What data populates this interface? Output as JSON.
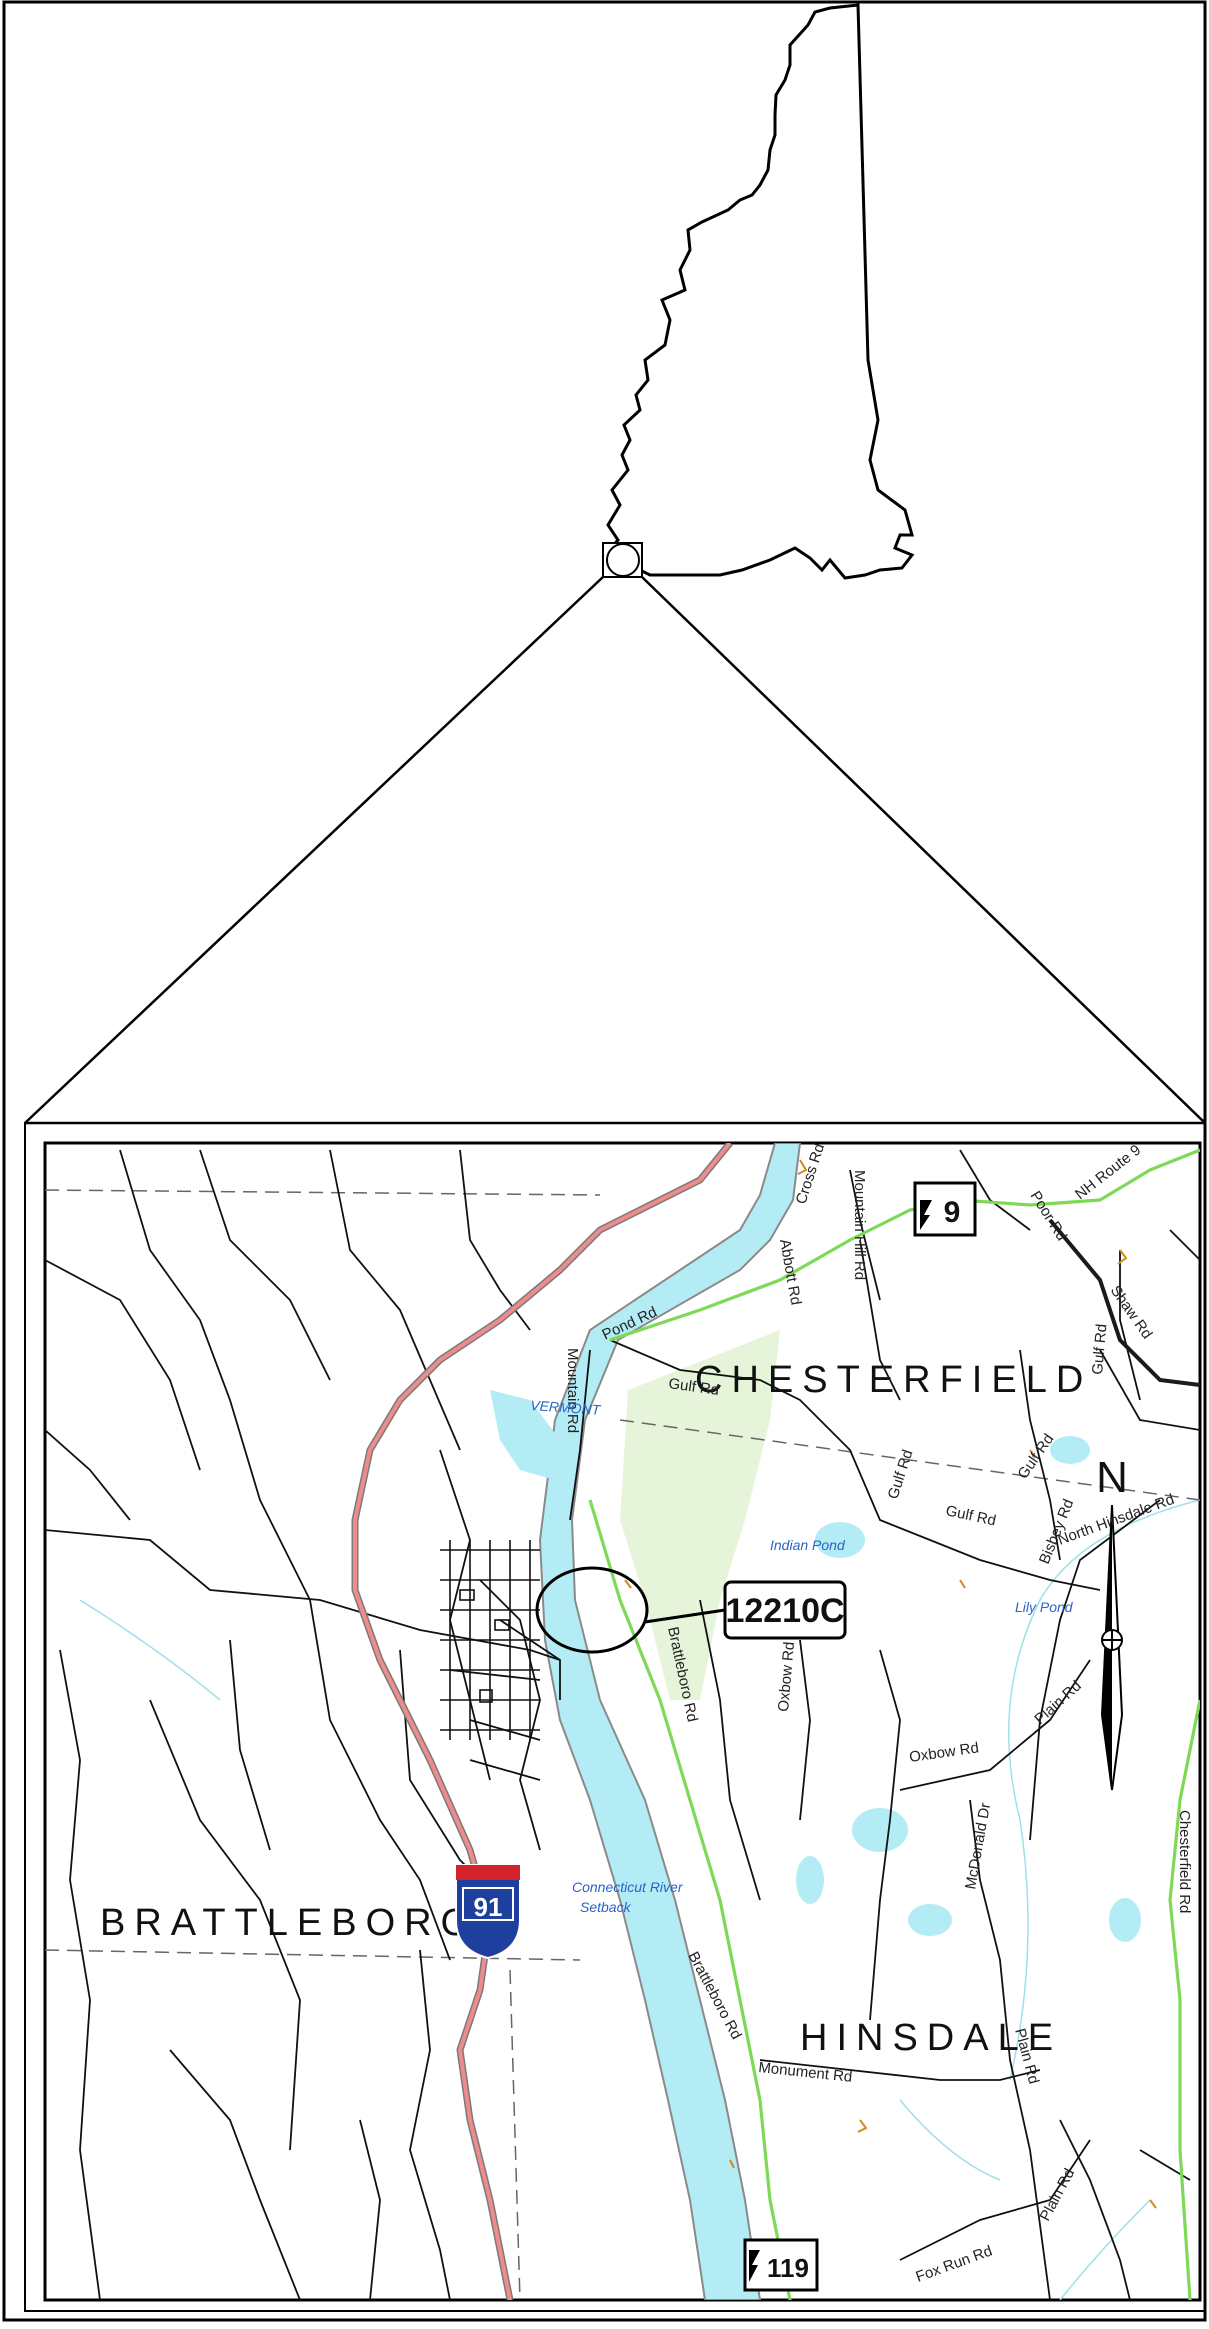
{
  "towns": {
    "chesterfield": "CHESTERFIELD",
    "brattleboro": "BRATTLEBORO",
    "hinsdale": "HINSDALE"
  },
  "shields": {
    "route_9": "9",
    "route_119": "119",
    "interstate_91": "91"
  },
  "callout": {
    "label": "12210C"
  },
  "compass": {
    "label": "N"
  },
  "roads": {
    "cross_rd": "Cross Rd",
    "mountain_hill_rd": "Mountain Hill Rd",
    "abbott_rd": "Abbott Rd",
    "gulf_rd_north": "Gulf Rd",
    "gulf_rd_east": "Gulf Rd",
    "gulf_rd_upper": "Gulf Rd",
    "gulf_rd_lower": "Gulf Rd",
    "gulf_rd_mid": "Gulf Rd",
    "pond_rd": "Pond Rd",
    "poor_rd": "Poor Rd",
    "nh_route_9": "NH Route 9",
    "shaw_rd": "Shaw Rd",
    "bisbey_rd": "Bisbey Rd",
    "north_hinsdale_rd": "North Hinsdale Rd",
    "mountain_rd": "Mountain Rd",
    "brattleboro_rd_upper": "Brattleboro Rd",
    "brattleboro_rd_lower": "Brattleboro Rd",
    "oxbow_rd_vertical": "Oxbow Rd",
    "oxbow_rd": "Oxbow Rd",
    "plain_rd_north": "Plain Rd",
    "plain_rd_south": "Plain Rd",
    "mcdonald_dr": "McDonald Dr",
    "monument_rd": "Monument Rd",
    "fox_run_rd": "Fox Run Rd",
    "plain_rd_east": "Plain Rd",
    "chesterfield_rd": "Chesterfield Rd"
  },
  "water": {
    "vermont": "VERMONT",
    "indian_pond": "Indian Pond",
    "lily_pond": "Lily Pond",
    "connecticut_river": "Connecticut River",
    "setback": "Setback"
  },
  "colors": {
    "river": "#b3ecf4",
    "interstate": "#f08b8b",
    "state_route": "#7ed957",
    "conservation": "#e6f4d9",
    "shield_red": "#d2232a",
    "shield_blue": "#1f3f9e"
  }
}
